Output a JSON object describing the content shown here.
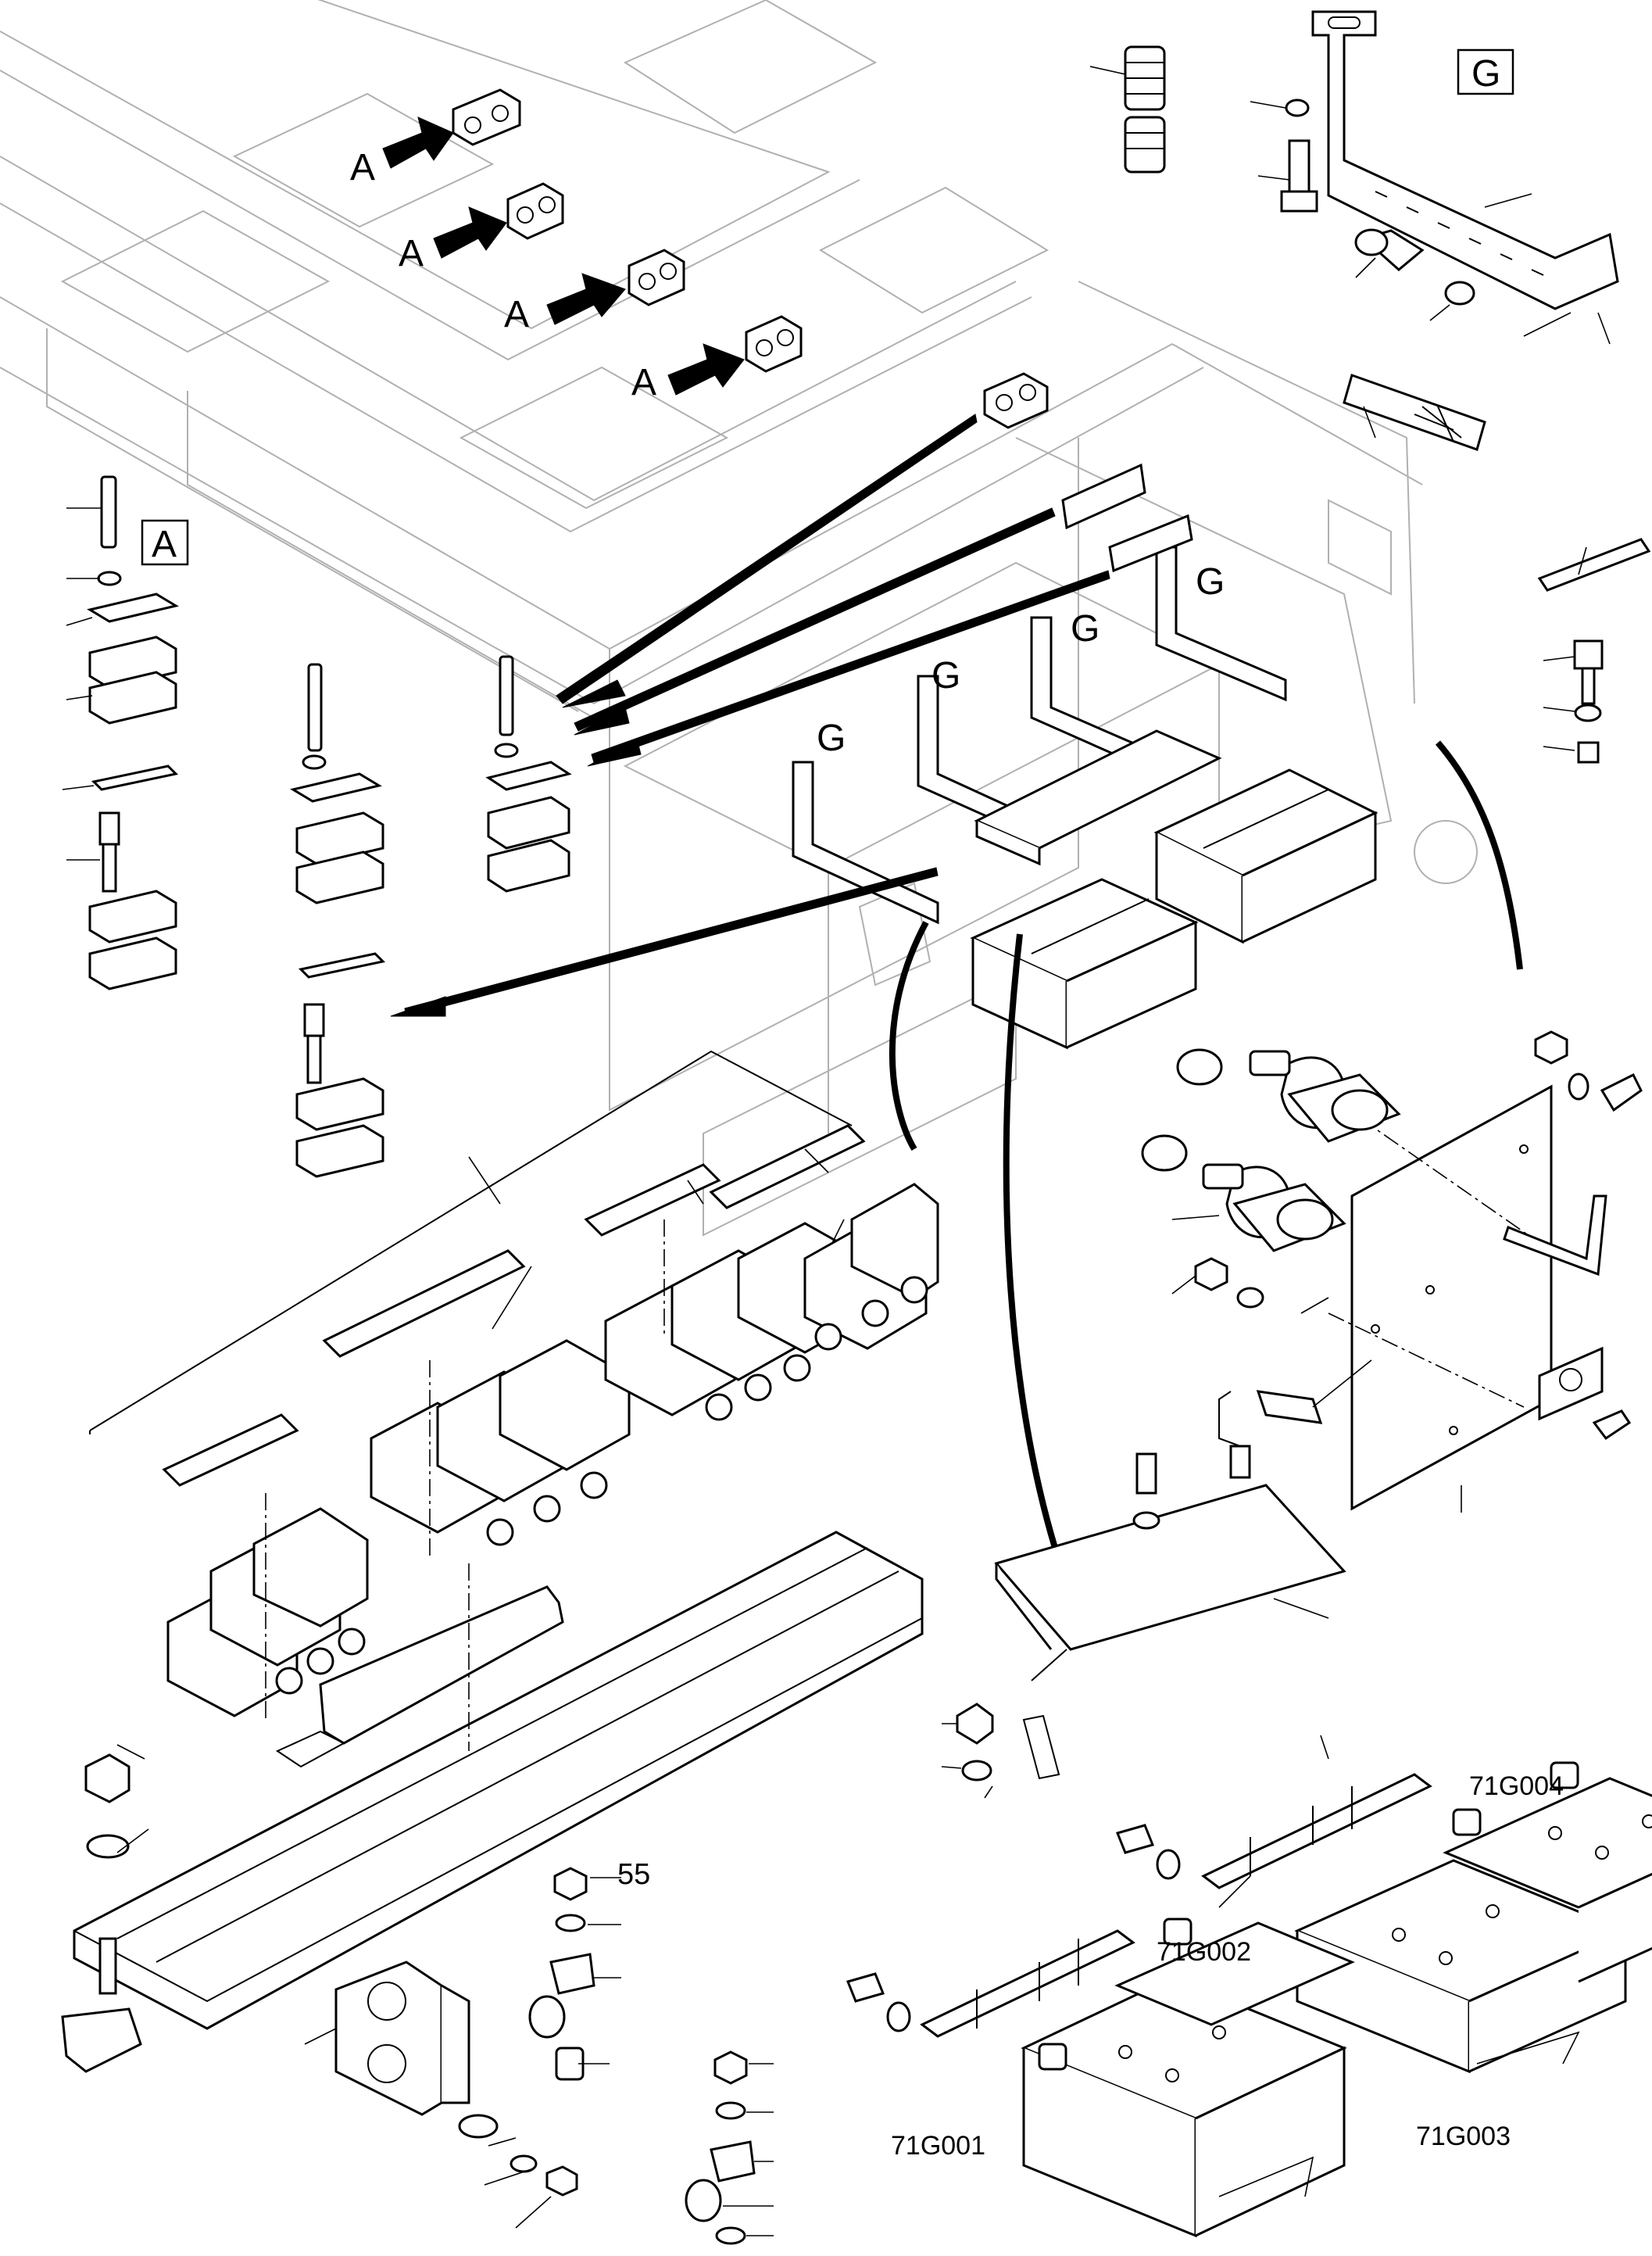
{
  "detail_labels": {
    "A": "A",
    "G": "G"
  },
  "callouts": {
    "item_55": "55"
  },
  "components": {
    "battery_1": "71G001",
    "battery_2": "71G002",
    "battery_3": "71G003",
    "battery_4": "71G004"
  }
}
